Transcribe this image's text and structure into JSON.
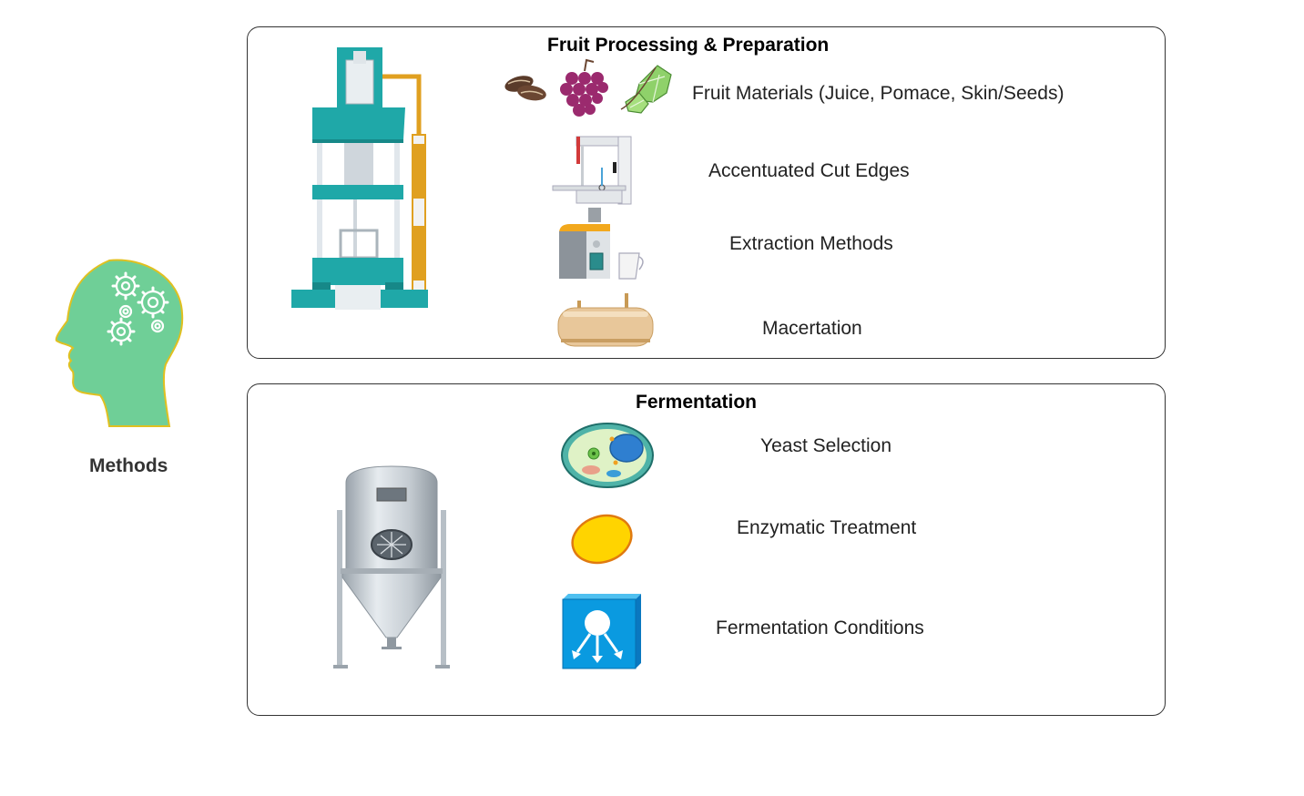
{
  "methods": {
    "label": "Methods"
  },
  "panels": [
    {
      "title": "Fruit Processing & Preparation",
      "items": [
        {
          "label": "Fruit Materials (Juice, Pomace, Skin/Seeds)",
          "icon": "fruit-materials-icon"
        },
        {
          "label": "Accentuated Cut Edges",
          "icon": "band-saw-icon"
        },
        {
          "label": "Extraction Methods",
          "icon": "juicer-icon"
        },
        {
          "label": "Macertation",
          "icon": "tank-icon"
        }
      ],
      "illustration": "hydraulic-press-icon"
    },
    {
      "title": "Fermentation",
      "items": [
        {
          "label": "Yeast Selection",
          "icon": "yeast-cell-icon"
        },
        {
          "label": "Enzymatic Treatment",
          "icon": "enzyme-icon"
        },
        {
          "label": "Fermentation Conditions",
          "icon": "conditions-box-icon"
        }
      ],
      "illustration": "fermenter-icon"
    }
  ],
  "colors": {
    "head_green": "#6fcf97",
    "head_outline": "#e0c020",
    "press_teal": "#1fa8a8",
    "border": "#333333"
  }
}
